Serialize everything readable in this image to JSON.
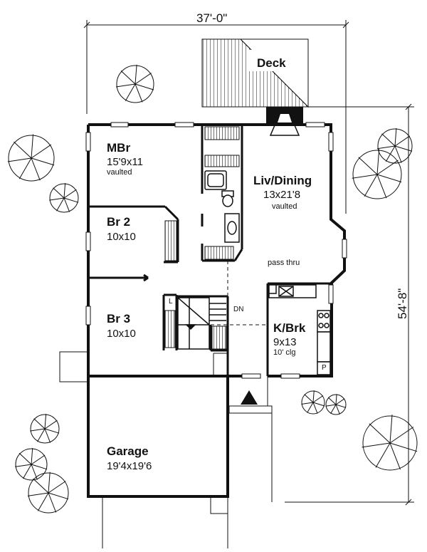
{
  "dimensions": {
    "width": "37'-0\"",
    "depth": "54'-8\""
  },
  "rooms": {
    "deck": {
      "name": "Deck"
    },
    "mbr": {
      "name": "MBr",
      "size": "15'9x11",
      "note": "vaulted"
    },
    "liv": {
      "name": "Liv/Dining",
      "size": "13x21'8",
      "note": "vaulted"
    },
    "br2": {
      "name": "Br 2",
      "size": "10x10"
    },
    "br3": {
      "name": "Br 3",
      "size": "10x10"
    },
    "kbrk": {
      "name": "K/Brk",
      "size": "9x13",
      "note": "10' clg"
    },
    "garage": {
      "name": "Garage",
      "size": "19'4x19'6"
    }
  },
  "labels": {
    "pass_thru": "pass thru",
    "dn": "DN",
    "pantry": "P",
    "linen": "L"
  },
  "colors": {
    "ink": "#111111",
    "paper": "#ffffff"
  }
}
